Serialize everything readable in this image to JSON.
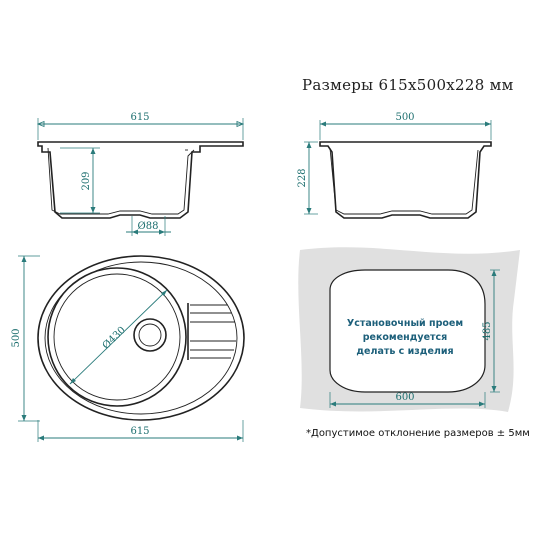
{
  "title": "Размеры 615х500х228 мм",
  "side_view": {
    "width": "615",
    "height": "209",
    "drain": "Ø88"
  },
  "front_view": {
    "width": "500",
    "height": "228"
  },
  "top_view": {
    "width": "615",
    "height": "500",
    "bowl_diameter": "Ø430"
  },
  "cutout": {
    "line1": "Установочный проем",
    "line2": "рекомендуется",
    "line3": "делать с изделия",
    "width": "600",
    "height": "485"
  },
  "note": "*Допустимое отклонение размеров ± 5мм",
  "colors": {
    "dimension": "#2a7b7b",
    "line": "#222222",
    "cutout_bg": "#e0e0e0",
    "cutout_text": "#1c5f7a"
  }
}
